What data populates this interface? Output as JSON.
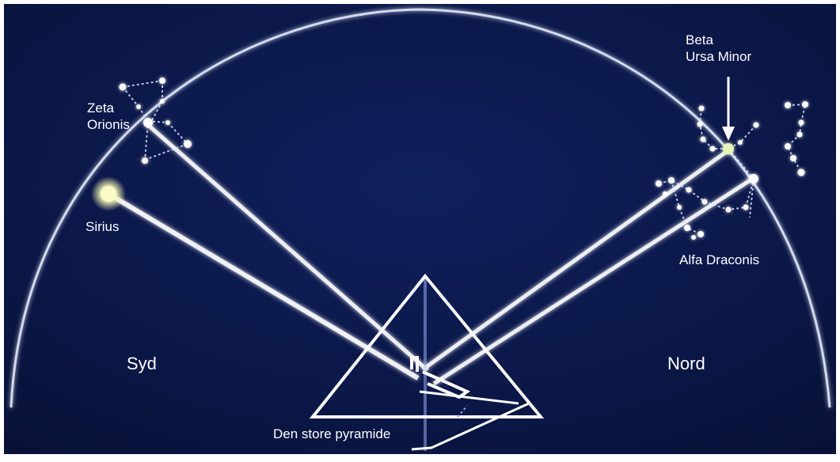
{
  "colors": {
    "sky": "#0c1a4f",
    "sky_edge": "#081239",
    "beam": "#ffffff",
    "star": "#ffffff",
    "sirius": "#fbfbc8"
  },
  "labels": {
    "zeta_line1": "Zeta",
    "zeta_line2": "Orionis",
    "sirius": "Sirius",
    "beta_line1": "Beta",
    "beta_line2": "Ursa Minor",
    "alfa": "Alfa Draconis",
    "south": "Syd",
    "north": "Nord",
    "pyramid": "Den store pyramide"
  }
}
